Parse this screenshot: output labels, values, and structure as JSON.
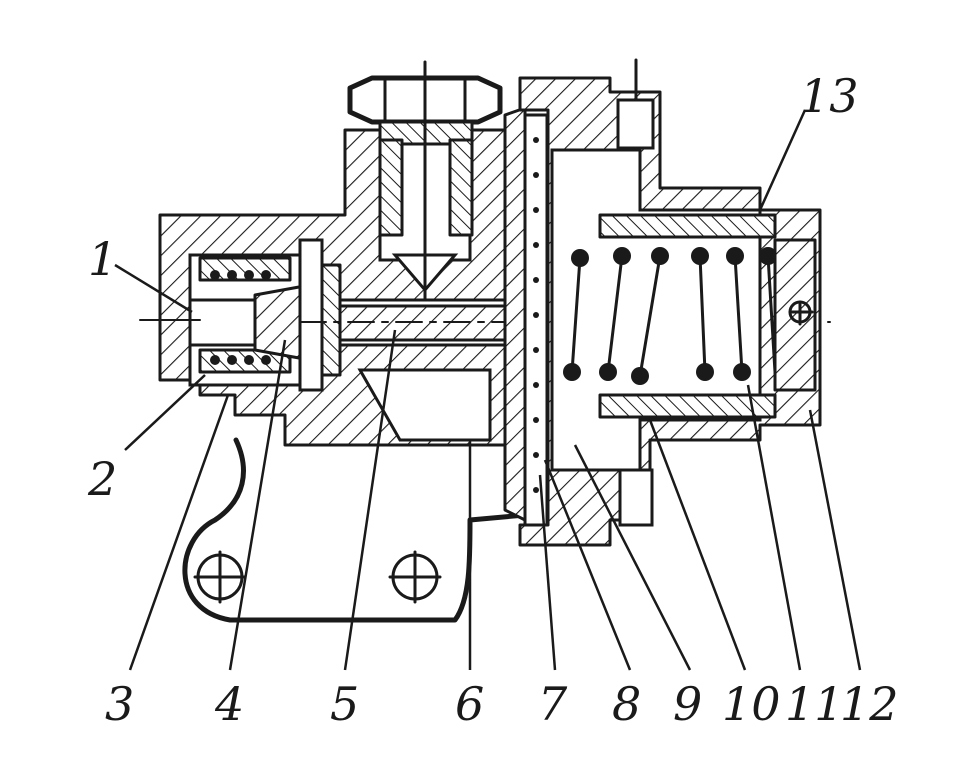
{
  "diagram": {
    "callouts": [
      {
        "id": "1",
        "text": "1"
      },
      {
        "id": "2",
        "text": "2"
      },
      {
        "id": "3",
        "text": "3"
      },
      {
        "id": "4",
        "text": "4"
      },
      {
        "id": "5",
        "text": "5"
      },
      {
        "id": "6",
        "text": "6"
      },
      {
        "id": "7",
        "text": "7"
      },
      {
        "id": "8",
        "text": "8"
      },
      {
        "id": "9",
        "text": "9"
      },
      {
        "id": "10",
        "text": "10"
      },
      {
        "id": "11",
        "text": "11"
      },
      {
        "id": "12",
        "text": "12"
      },
      {
        "id": "13",
        "text": "13"
      }
    ],
    "colors": {
      "ink": "#1a1a1a",
      "paper": "#ffffff"
    }
  }
}
